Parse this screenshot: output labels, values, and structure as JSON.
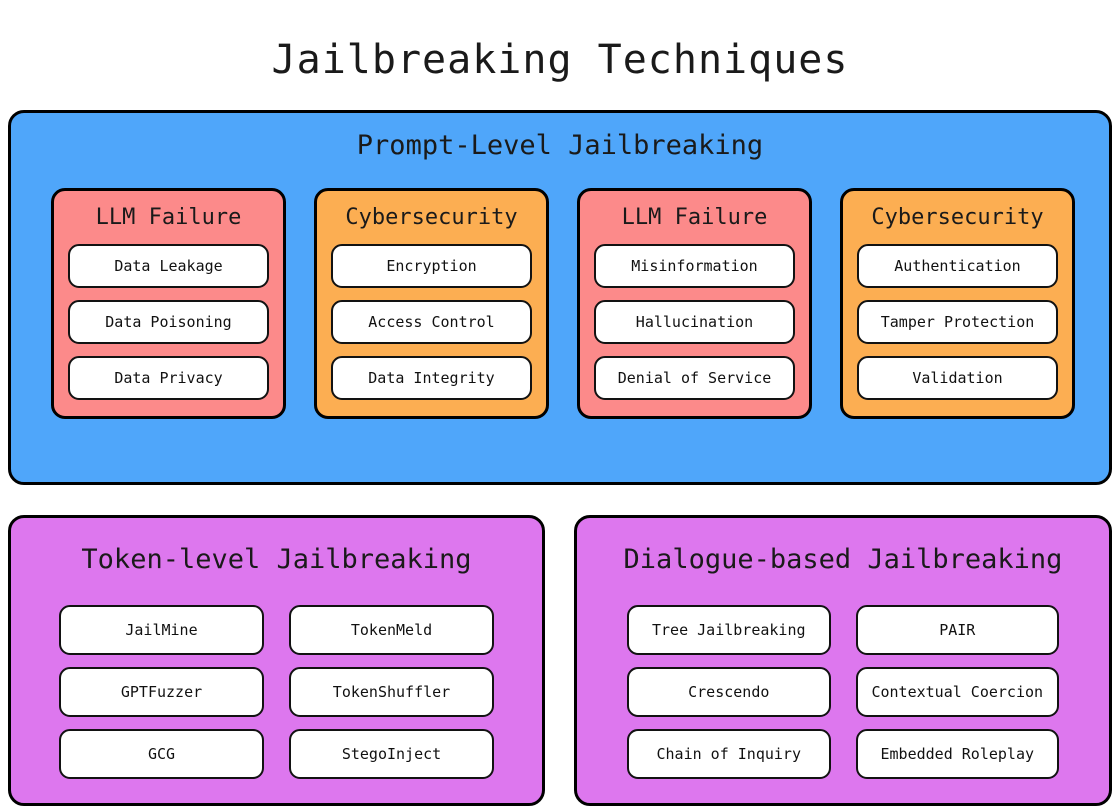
{
  "page": {
    "title": "Jailbreaking Techniques",
    "background": "#FFFFFF"
  },
  "colors": {
    "prompt_panel": "#4FA6FA",
    "group_red": "#FC8A8A",
    "group_orange": "#FCAE52",
    "purple_panel": "#DD77EE",
    "chip_background": "#FFFFFF",
    "stroke": "#000000",
    "text": "#111111"
  },
  "panels": [
    {
      "id": "prompt-level",
      "title": "Prompt-Level Jailbreaking",
      "color": "#4FA6FA",
      "groups": [
        {
          "title": "LLM Failure",
          "tone": "red",
          "items": [
            "Data Leakage",
            "Data Poisoning",
            "Data Privacy"
          ]
        },
        {
          "title": "Cybersecurity",
          "tone": "orange",
          "items": [
            "Encryption",
            "Access Control",
            "Data Integrity"
          ]
        },
        {
          "title": "LLM Failure",
          "tone": "red",
          "items": [
            "Misinformation",
            "Hallucination",
            "Denial of Service"
          ]
        },
        {
          "title": "Cybersecurity",
          "tone": "orange",
          "items": [
            "Authentication",
            "Tamper Protection",
            "Validation"
          ]
        }
      ]
    },
    {
      "id": "token-level",
      "title": "Token-level Jailbreaking",
      "color": "#DD77EE",
      "items": [
        "JailMine",
        "TokenMeld",
        "GPTFuzzer",
        "TokenShuffler",
        "GCG",
        "StegoInject"
      ]
    },
    {
      "id": "dialogue-based",
      "title": "Dialogue-based Jailbreaking",
      "color": "#DD77EE",
      "items": [
        "Tree Jailbreaking",
        "PAIR",
        "Crescendo",
        "Contextual Coercion",
        "Chain of Inquiry",
        "Embedded Roleplay"
      ]
    }
  ]
}
